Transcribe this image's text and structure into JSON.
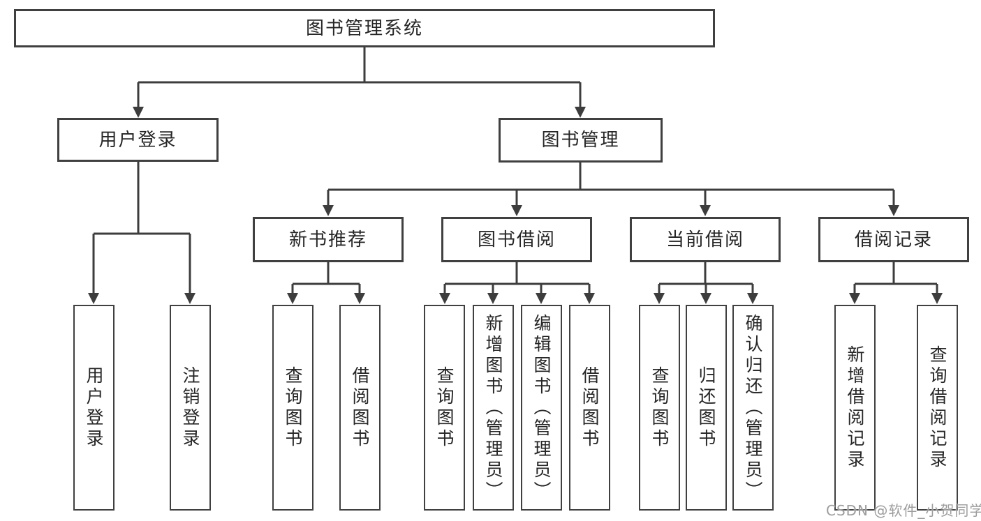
{
  "diagram": {
    "root": {
      "label": "图书管理系统"
    },
    "level2": [
      {
        "label": "用户登录",
        "children": [
          {
            "label": "用户登录"
          },
          {
            "label": "注销登录"
          }
        ]
      },
      {
        "label": "图书管理",
        "children": [
          {
            "label": "新书推荐",
            "children": [
              {
                "label": "查询图书"
              },
              {
                "label": "借阅图书"
              }
            ]
          },
          {
            "label": "图书借阅",
            "children": [
              {
                "label": "查询图书"
              },
              {
                "label": "新增图书（管理员）"
              },
              {
                "label": "编辑图书（管理员）"
              },
              {
                "label": "借阅图书"
              }
            ]
          },
          {
            "label": "当前借阅",
            "children": [
              {
                "label": "查询图书"
              },
              {
                "label": "归还图书"
              },
              {
                "label": "确认归还（管理员）"
              }
            ]
          },
          {
            "label": "借阅记录",
            "children": [
              {
                "label": "新增借阅记录"
              },
              {
                "label": "查询借阅记录"
              }
            ]
          }
        ]
      }
    ]
  },
  "watermark": {
    "text": "CSDN @软件_小贺同学"
  },
  "colors": {
    "line": "#3d3d3d",
    "border": "#404040",
    "text": "#262626",
    "background": "#ffffff",
    "watermark": "#9c9c9c"
  }
}
